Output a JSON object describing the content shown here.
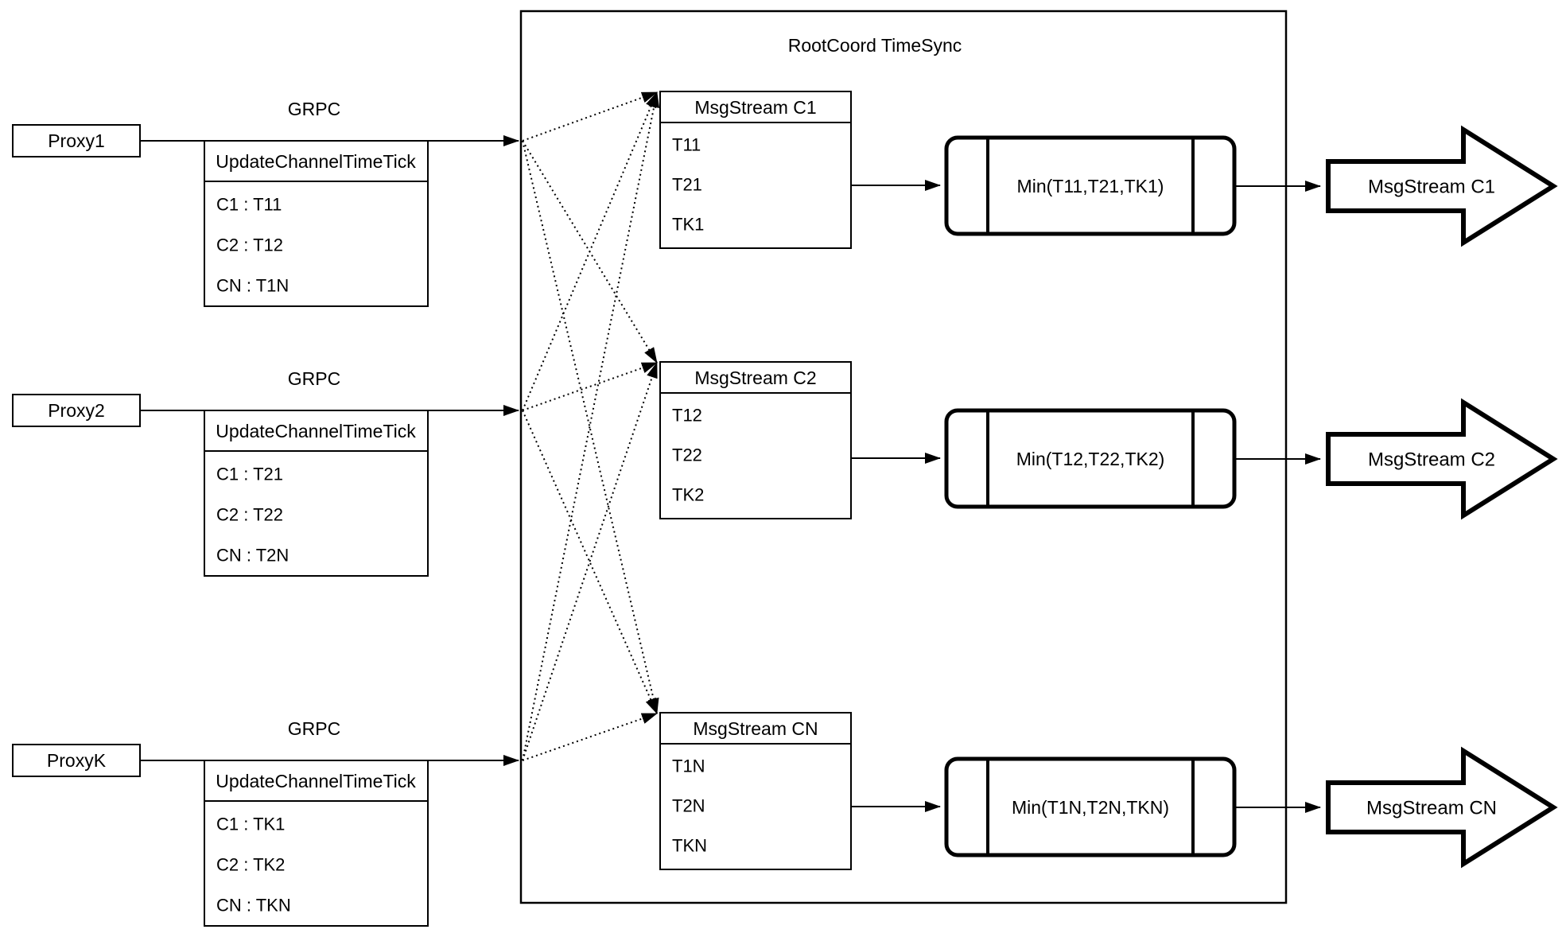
{
  "diagram": {
    "title": "RootCoord TimeSync",
    "grpc_label": "GRPC",
    "update_header": "UpdateChannelTimeTick",
    "colors": {
      "stroke": "#000000",
      "background": "#ffffff"
    },
    "proxies": [
      {
        "name": "Proxy1",
        "ticks": [
          "C1 :  T11",
          "C2 :  T12",
          "CN : T1N"
        ]
      },
      {
        "name": "Proxy2",
        "ticks": [
          "C1 :  T21",
          "C2 :  T22",
          "CN : T2N"
        ]
      },
      {
        "name": "ProxyK",
        "ticks": [
          "C1 :  TK1",
          "C2 :  TK2",
          "CN : TKN"
        ]
      }
    ],
    "streams": [
      {
        "table_title": "MsgStream C1",
        "timestamps": [
          "T11",
          "T21",
          "TK1"
        ],
        "min_label": "Min(T11,T21,TK1)",
        "output_label": "MsgStream C1"
      },
      {
        "table_title": "MsgStream C2",
        "timestamps": [
          "T12",
          "T22",
          "TK2"
        ],
        "min_label": "Min(T12,T22,TK2)",
        "output_label": "MsgStream C2"
      },
      {
        "table_title": "MsgStream CN",
        "timestamps": [
          "T1N",
          "T2N",
          "TKN"
        ],
        "min_label": "Min(T1N,T2N,TKN)",
        "output_label": "MsgStream CN"
      }
    ]
  }
}
